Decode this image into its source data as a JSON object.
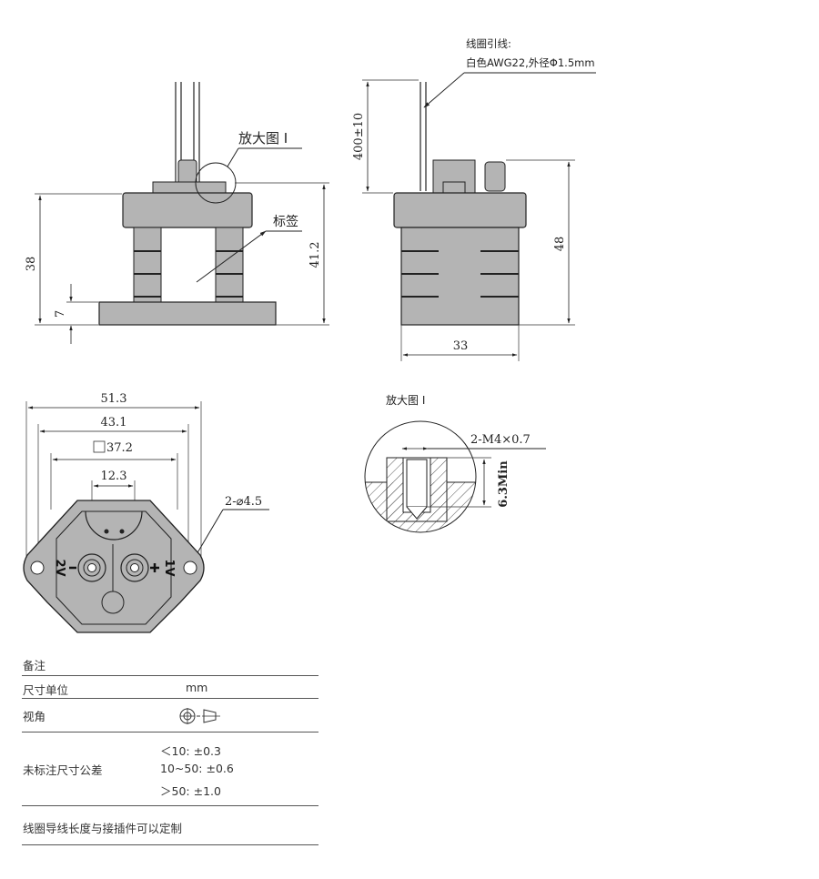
{
  "labels": {
    "coil_lead_title": "线圈引线:",
    "coil_lead_spec": "白色AWG22,外径Φ1.5mm",
    "enlarge_callout": "放大图 I",
    "label_tag": "标签",
    "enlarge_title": "放大图 I",
    "thread_spec": "2-M4×0.7",
    "hole_spec": "2-⌀4.5",
    "lead_length": "400±10",
    "thread_depth": "6.3Min",
    "polarity_neg": "2V",
    "polarity_pos": "1V"
  },
  "dimensions": {
    "d38": "38",
    "d7": "7",
    "d41_2": "41.2",
    "d48": "48",
    "d33": "33",
    "d51_3": "51.3",
    "d43_1": "43.1",
    "d37_2_sq": "37.2",
    "d12_3": "12.3"
  },
  "notes": {
    "title": "备注",
    "rows": [
      {
        "key": "尺寸单位",
        "value": "mm"
      },
      {
        "key": "视角",
        "value": ""
      },
      {
        "key": "未标注尺寸公差",
        "values": [
          "＜10: ±0.3",
          "10~50: ±0.6",
          "＞50: ±1.0"
        ]
      }
    ],
    "footer": "线圈导线长度与接插件可以定制"
  },
  "colors": {
    "body": "#b4b4b4",
    "outline": "#222222",
    "line": "#333333"
  }
}
